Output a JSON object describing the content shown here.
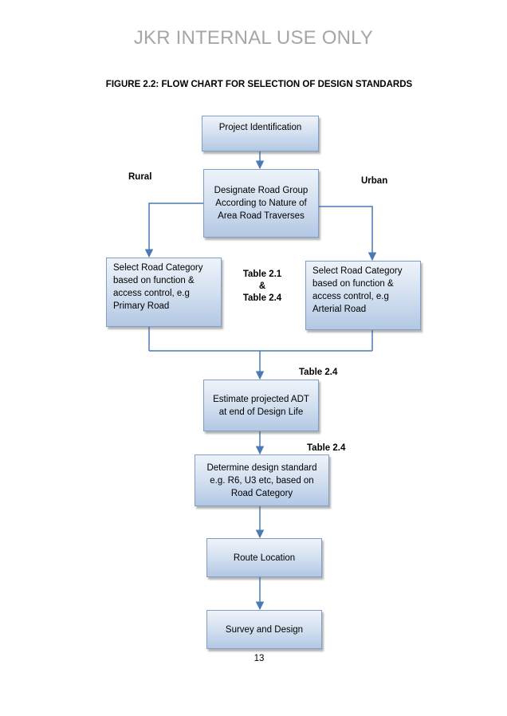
{
  "header": "JKR INTERNAL USE ONLY",
  "figure_title": "FIGURE 2.2: FLOW CHART FOR SELECTION OF DESIGN STANDARDS",
  "boxes": {
    "project_identification": "Project Identification",
    "designate_road_group": "Designate Road Group\nAccording to Nature of\nArea Road Traverses",
    "rural_category": "Select Road Category\nbased on function &\naccess control, e.g\nPrimary Road",
    "urban_category": "Select Road Category\nbased on function &\naccess control, e.g\nArterial Road",
    "estimate_adt": "Estimate projected ADT\nat end of Design Life",
    "design_standard": "Determine design standard\ne.g. R6, U3 etc, based on\nRoad Category",
    "route_location": "Route Location",
    "survey_design": "Survey and Design"
  },
  "labels": {
    "rural": "Rural",
    "urban": "Urban",
    "table_ref_category": "Table 2.1\n&\nTable 2.4",
    "table_ref_adt": "Table 2.4",
    "table_ref_standard": "Table 2.4"
  },
  "page_number": "13"
}
